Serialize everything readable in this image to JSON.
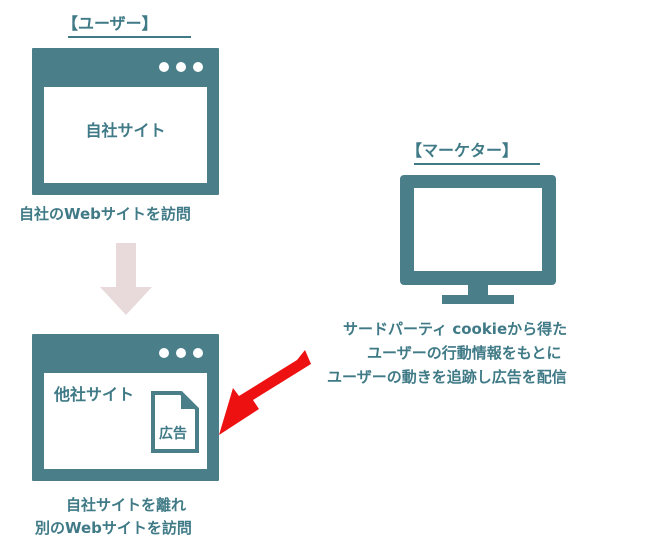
{
  "user_header": "【ユーザー】",
  "marketer_header": "【マーケター】",
  "own_site_browser_text": "自社サイト",
  "own_site_caption": "自社のWebサイトを訪問",
  "other_site_browser_text": "他社サイト",
  "ad_document_text": "広告",
  "other_site_caption": [
    "自社サイトを離れ",
    "別のWebサイトを訪問"
  ],
  "marketer_caption": [
    "サードパーティ cookieから得た",
    "ユーザーの行動情報をもとに",
    "ユーザーの動きを追跡し広告を配信"
  ],
  "colors": {
    "teal": "#4a7f89",
    "text_teal": "#3f7a86",
    "down_arrow": "#e8dada",
    "red_arrow": "#ee1111"
  }
}
